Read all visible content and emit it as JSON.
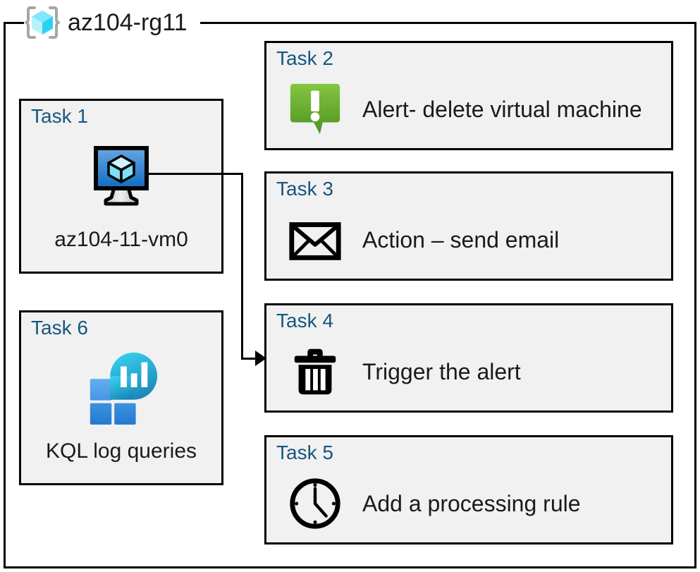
{
  "header": {
    "title": "az104-rg11",
    "icon": "resource-group-icon"
  },
  "colors": {
    "task_label": "#17567f",
    "box_fill": "#f1f1f1",
    "box_border": "#000000",
    "alert_green_light": "#7ac143",
    "alert_green_dark": "#4e9a22",
    "vm_blue_light": "#5b9bd5",
    "vm_blue_dark": "#1572c6",
    "log_teal": "#32c8e0",
    "log_blue": "#2a7fd4"
  },
  "left_column": [
    {
      "label": "Task 1",
      "caption": "az104-11-vm0",
      "icon": "virtual-machine-icon"
    },
    {
      "label": "Task 6",
      "caption": "KQL log queries",
      "icon": "log-analytics-icon"
    }
  ],
  "right_column": [
    {
      "label": "Task 2",
      "caption": "Alert- delete virtual machine",
      "icon": "alert-bubble-icon"
    },
    {
      "label": "Task 3",
      "caption": "Action – send email",
      "icon": "envelope-icon"
    },
    {
      "label": "Task 4",
      "caption": "Trigger the alert",
      "icon": "trash-icon"
    },
    {
      "label": "Task 5",
      "caption": "Add a processing rule",
      "icon": "clock-icon"
    }
  ],
  "connector": {
    "from": "Task 1",
    "to": "Task 4",
    "arrow": "arrow-head-right"
  }
}
